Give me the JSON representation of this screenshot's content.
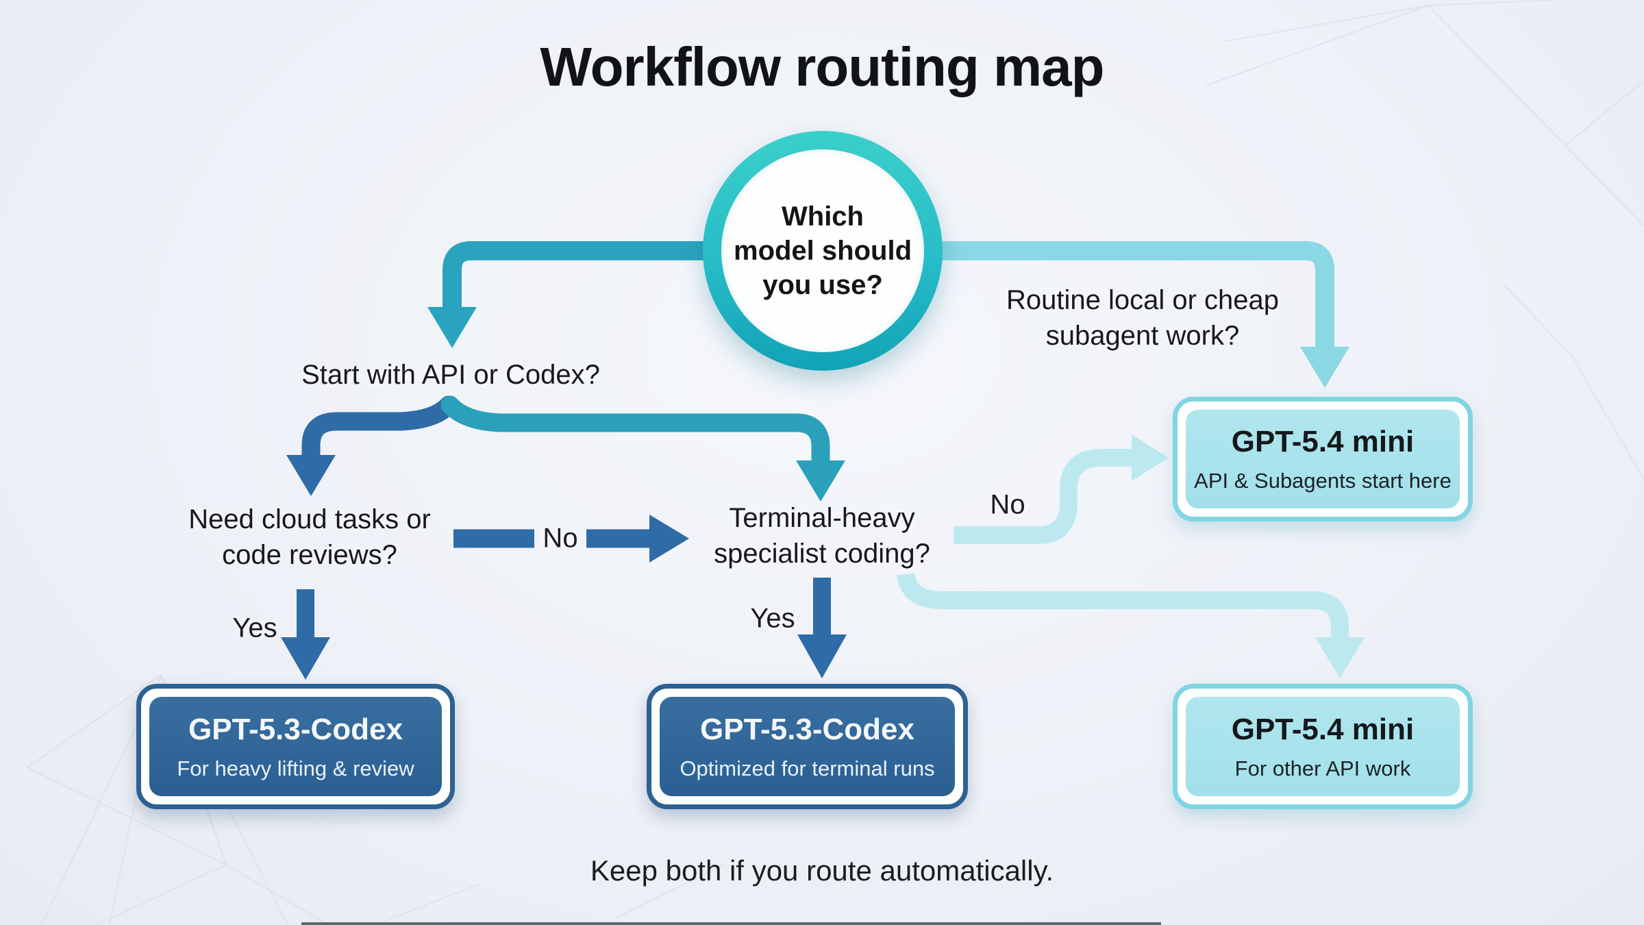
{
  "title": "Workflow routing map",
  "root_question": {
    "line1": "Which",
    "line2": "model should",
    "line3": "you use?"
  },
  "branch_left": {
    "question": "Start with API or Codex?",
    "cloud_question_line1": "Need cloud tasks or",
    "cloud_question_line2": "code reviews?",
    "terminal_question_line1": "Terminal-heavy",
    "terminal_question_line2": "specialist coding?",
    "cloud_yes_label": "Yes",
    "cloud_no_label": "No",
    "terminal_yes_label": "Yes",
    "terminal_no_label": "No"
  },
  "branch_right": {
    "question_line1": "Routine local or cheap",
    "question_line2": "subagent work?"
  },
  "boxes": {
    "codex_review": {
      "title": "GPT-5.3-Codex",
      "subtitle": "For heavy lifting & review"
    },
    "codex_terminal": {
      "title": "GPT-5.3-Codex",
      "subtitle": "Optimized for terminal runs"
    },
    "mini_start": {
      "title": "GPT-5.4 mini",
      "subtitle": "API & Subagents start here"
    },
    "mini_other": {
      "title": "GPT-5.4 mini",
      "subtitle": "For other API work"
    }
  },
  "caption": "Keep both if you route automatically.",
  "colors": {
    "background": "#EDF0F6",
    "ink": "#17181B",
    "dark_blue_arrow": "#2F6BA6",
    "dark_blue_box": "#31669A",
    "teal_arrow": "#2AA4BE",
    "circle_teal": "#2BC4C6",
    "light_cyan_arrow": "#BCE9F0",
    "cyan_elbow": "#8AD8E4",
    "cyan_box_fill": "#AAE3ED",
    "cyan_box_border": "#82D4E2"
  }
}
